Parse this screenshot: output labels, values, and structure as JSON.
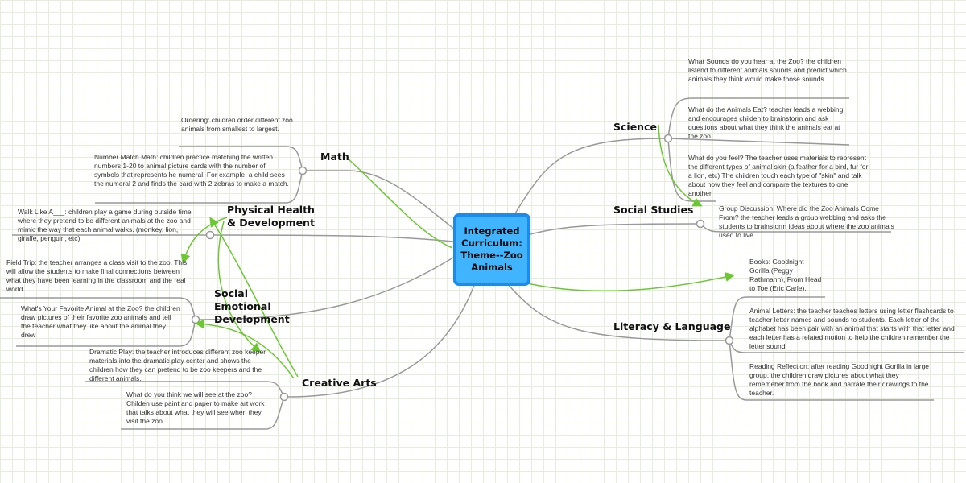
{
  "center": {
    "title": "Integrated Curriculum: Theme--Zoo Animals"
  },
  "branches": {
    "math": {
      "label": "Math",
      "items": [
        "Ordering: children order different zoo animals from smallest to largest.",
        "Number Match Math: children practice matching the written numbers 1-20 to animal picture cards with the number of symbols that represents he numeral. For example, a child sees the numeral 2 and finds the card with 2 zebras to make a match."
      ]
    },
    "physical": {
      "label": "Physical Health & Development",
      "items": [
        "Walk Like A___: children play a game during outside time where they pretend to be different animals at the zoo and mimic the way that each animal walks. (monkey, lion, giraffe, penguin, etc)"
      ]
    },
    "social_emotional": {
      "label": "Social Emotional Development",
      "items": [
        "Field Trip: the teacher arranges a class visit to the zoo. This will allow the students to make final connections between what they have been learning in the classroom and the real world.",
        "What's Your Favorite Animal at the Zoo? the children draw pictures of their favorite zoo animals and tell the teacher what they like about the animal they drew"
      ]
    },
    "creative": {
      "label": "Creative Arts",
      "items": [
        "Dramatic Play: the teacher introduces different zoo keeper materials into the dramatic play center and shows the children how they can pretend to be zoo keepers and the different animals.",
        "What do you think we will see at the zoo? Childen use paint and paper to make art work that talks about what they will see when they visit the zoo."
      ]
    },
    "science": {
      "label": "Science",
      "items": [
        "What Sounds do you hear at the Zoo? the children listend to different animals sounds and predict which animals they think would make those sounds.",
        "What do the Animals Eat? teacher leads a webbing and encourages childen to brainstorm and ask questions about what they think the animals eat at the zoo",
        "What do you feel? The teacher uses materials to represent the different types of animal skin (a feather for a bird, fur for a lion, etc) The children touch each type of \"skin\" and talk about how they feel and compare the textures to one another."
      ]
    },
    "social_studies": {
      "label": "Social Studies",
      "items": [
        "Group Discussion: Where did the Zoo Animals Come From? the teacher leads a group webbing and asks the students to brainstorm ideas about where the zoo animals used to live"
      ]
    },
    "literacy": {
      "label": "Literacy & Language",
      "items": [
        "Books: Goodnight Gorilla (Peggy Rathmann), From Head to Toe (Eric Carle),",
        "Animal Letters: the teacher teaches letters using letter flashcards to teacher letter names and sounds to students. Each letter of the alphabet has been pair with an animal that starts with that letter and each letter has a related motion to help the children remember the letter sound.",
        "Reading Reflection: after reading Goodnight Gorilla in large group, the children draw pictures about what they rememeber from the book and narrate their drawings to the teacher."
      ]
    }
  },
  "colors": {
    "center_fill": "#40b4ff",
    "center_border": "#1a8cf0",
    "relation": "#6cc832",
    "connector": "#999999"
  }
}
